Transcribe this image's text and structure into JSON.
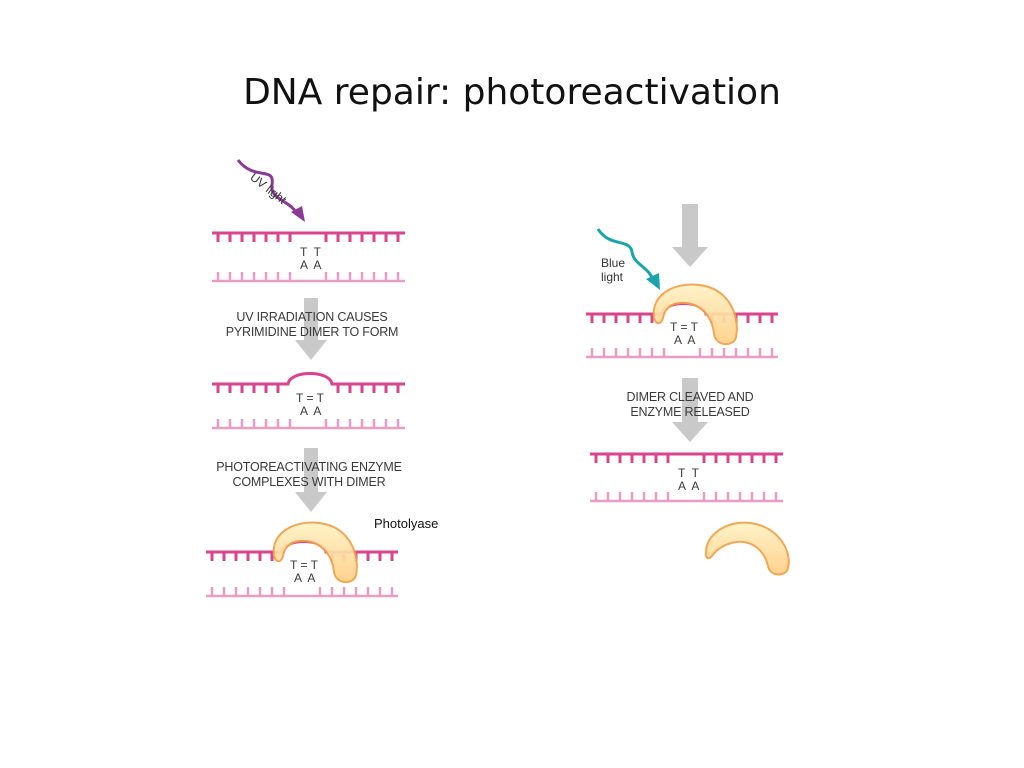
{
  "title": "DNA repair: photoreactivation",
  "colors": {
    "strand_dark": "#d9448f",
    "strand_light": "#e99cc5",
    "uv_arrow": "#8a3a96",
    "blue_arrow": "#1aa5aa",
    "step_arrow": "#c9c9c9",
    "enzyme_fill": "#ffd79a",
    "enzyme_edge": "#f2a046"
  },
  "labels": {
    "uv_light": "UV light",
    "blue_light": "Blue\nlight",
    "photolyase": "Photolyase"
  },
  "steps": {
    "step1": "UV IRRADIATION CAUSES\nPYRIMIDINE DIMER TO FORM",
    "step2": "PHOTOREACTIVATING ENZYME\nCOMPLEXES WITH DIMER",
    "step3": "DIMER CLEAVED AND\nENZYME RELEASED"
  },
  "bases": {
    "normal_top": "T  T",
    "dimer_top": "T = T",
    "bottom": "A  A"
  }
}
